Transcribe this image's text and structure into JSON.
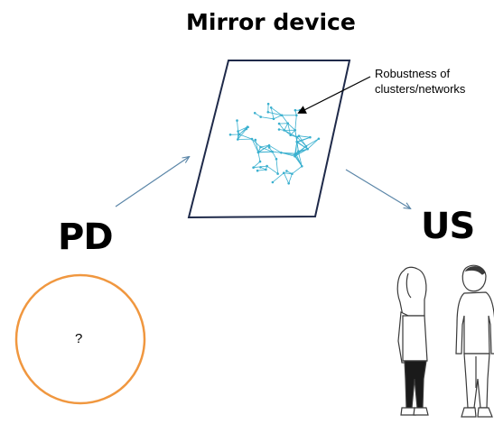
{
  "title": "Mirror device",
  "annotation": {
    "line1": "Robustness of",
    "line2": "clusters/networks"
  },
  "left_label": "PD",
  "right_label": "US",
  "circle_text": "?",
  "colors": {
    "arrow": "#5b86a8",
    "frame": "#1f2a4a",
    "network": "#3ab0cf",
    "circle": "#f0973f",
    "figure_outline": "#3a3a3a"
  },
  "icons": [
    "network-cluster-icon",
    "people-icon"
  ]
}
